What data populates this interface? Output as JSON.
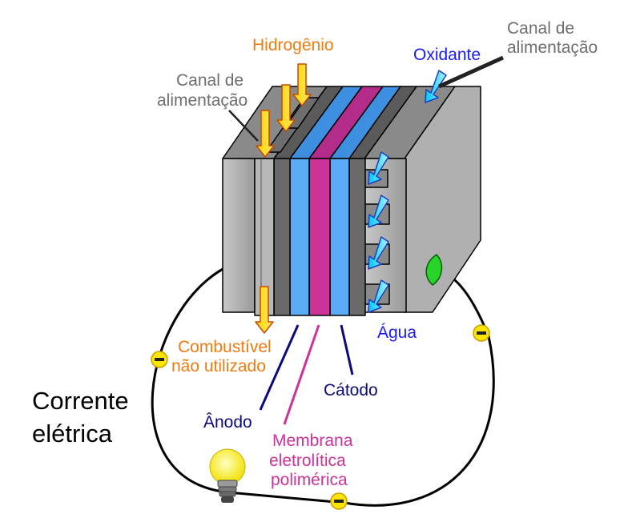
{
  "labels": {
    "hydrogen": "Hidrogênio",
    "oxidant": "Oxidante",
    "feed_channel_left_1": "Canal de",
    "feed_channel_left_2": "alimentação",
    "feed_channel_right_1": "Canal de",
    "feed_channel_right_2": "alimentação",
    "unused_fuel_1": "Combustível",
    "unused_fuel_2": "não utilizado",
    "water": "Água",
    "cathode": "Cátodo",
    "anode": "Ânodo",
    "membrane_1": "Membrana",
    "membrane_2": "eletrolítica",
    "membrane_3": "polimérica",
    "current_1": "Corrente",
    "current_2": "elétrica"
  },
  "colors": {
    "hydrogen": "#f07b12",
    "oxidant": "#1a1aff",
    "feed_channel": "#6e6e6e",
    "unused_fuel": "#f07b12",
    "water": "#1a1aff",
    "cathode": "#0a0a7a",
    "anode": "#0a0a7a",
    "membrane": "#cc3399",
    "current": "#000000",
    "electrode_blue": "#5aaaf5",
    "membrane_fill": "#cc3399",
    "plate_gray": "#a8a8a8"
  },
  "icons": {
    "electron": "minus-circle-icon",
    "bulb": "lightbulb-icon",
    "arrow": "flow-arrow-icon"
  }
}
